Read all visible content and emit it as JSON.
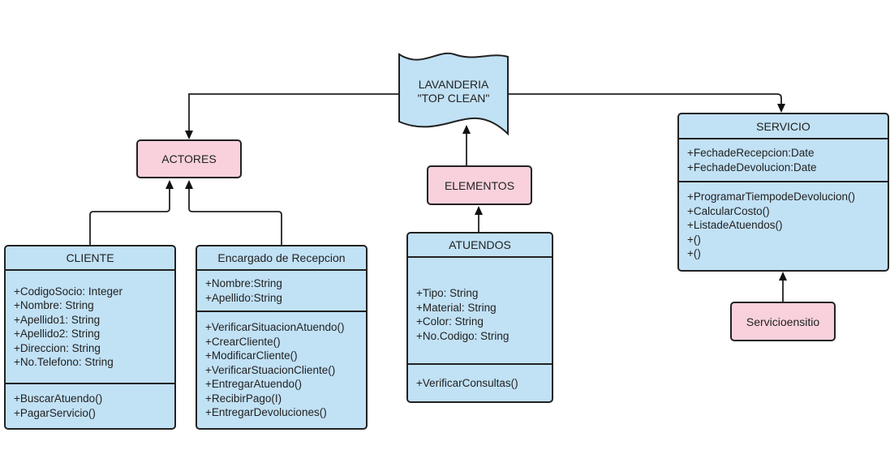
{
  "root": {
    "line1": "LAVANDERIA",
    "line2": "\"TOP CLEAN\""
  },
  "groups": {
    "actores": "ACTORES",
    "elementos": "ELEMENTOS",
    "servicioensitio": "Servicioensitio"
  },
  "classes": {
    "cliente": {
      "name": "CLIENTE",
      "attributes": [
        "+CodigoSocio: Integer",
        "+Nombre: String",
        "+Apellido1: String",
        "+Apellido2: String",
        "+Direccion: String",
        "+No.Telefono: String"
      ],
      "methods": [
        "+BuscarAtuendo()",
        "+PagarServicio()"
      ]
    },
    "encargado": {
      "name": "Encargado de Recepcion",
      "attributes": [
        "+Nombre:String",
        "+Apellido:String"
      ],
      "methods": [
        "+VerificarSituacionAtuendo()",
        "+CrearCliente()",
        "+ModificarCliente()",
        "+VerificarStuacionCliente()",
        "+EntregarAtuendo()",
        "+RecibirPago(I)",
        "+EntregarDevoluciones()"
      ]
    },
    "atuendos": {
      "name": "ATUENDOS",
      "attributes": [
        "+Tipo: String",
        "+Material: String",
        "+Color: String",
        "+No.Codigo:  String"
      ],
      "methods": [
        "+VerificarConsultas()"
      ]
    },
    "servicio": {
      "name": "SERVICIO",
      "attributes": [
        "+FechadeRecepcion:Date",
        "+FechadeDevolucion:Date"
      ],
      "methods": [
        "+ProgramarTiempodeDevolucion()",
        "+CalcularCosto()",
        "+ListadeAtuendos()",
        "+()",
        "+()"
      ]
    }
  },
  "colors": {
    "class_fill": "#c1e1f5",
    "group_fill": "#f8d1dc",
    "line": "#222222"
  }
}
